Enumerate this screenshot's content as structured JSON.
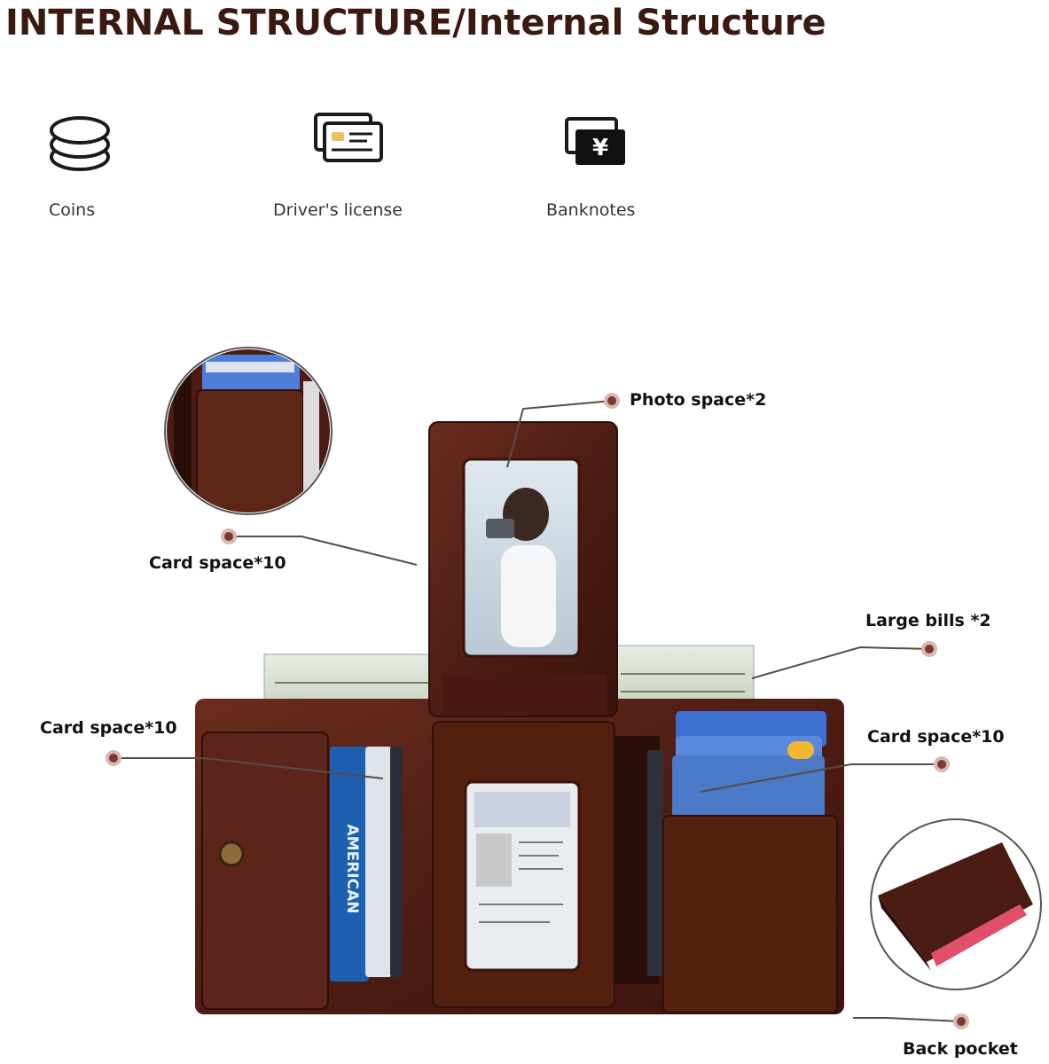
{
  "title": "INTERNAL STRUCTURE/Internal Structure",
  "features": [
    {
      "label": "Coins",
      "icon": "coins-icon"
    },
    {
      "label": "Driver's license",
      "icon": "id-card-icon"
    },
    {
      "label": "Banknotes",
      "icon": "banknote-yen-icon"
    }
  ],
  "callouts": {
    "photo_space": "Photo space*2",
    "card_space_top": "Card space*10",
    "large_bills": "Large bills *2",
    "card_space_left": "Card space*10",
    "card_space_right": "Card space*10",
    "back_pocket": "Back pocket"
  },
  "colors": {
    "title": "#3a1a10",
    "leather": "#5a2418",
    "leather_dark": "#3e160e",
    "callout_dot": "#7a3a30"
  }
}
